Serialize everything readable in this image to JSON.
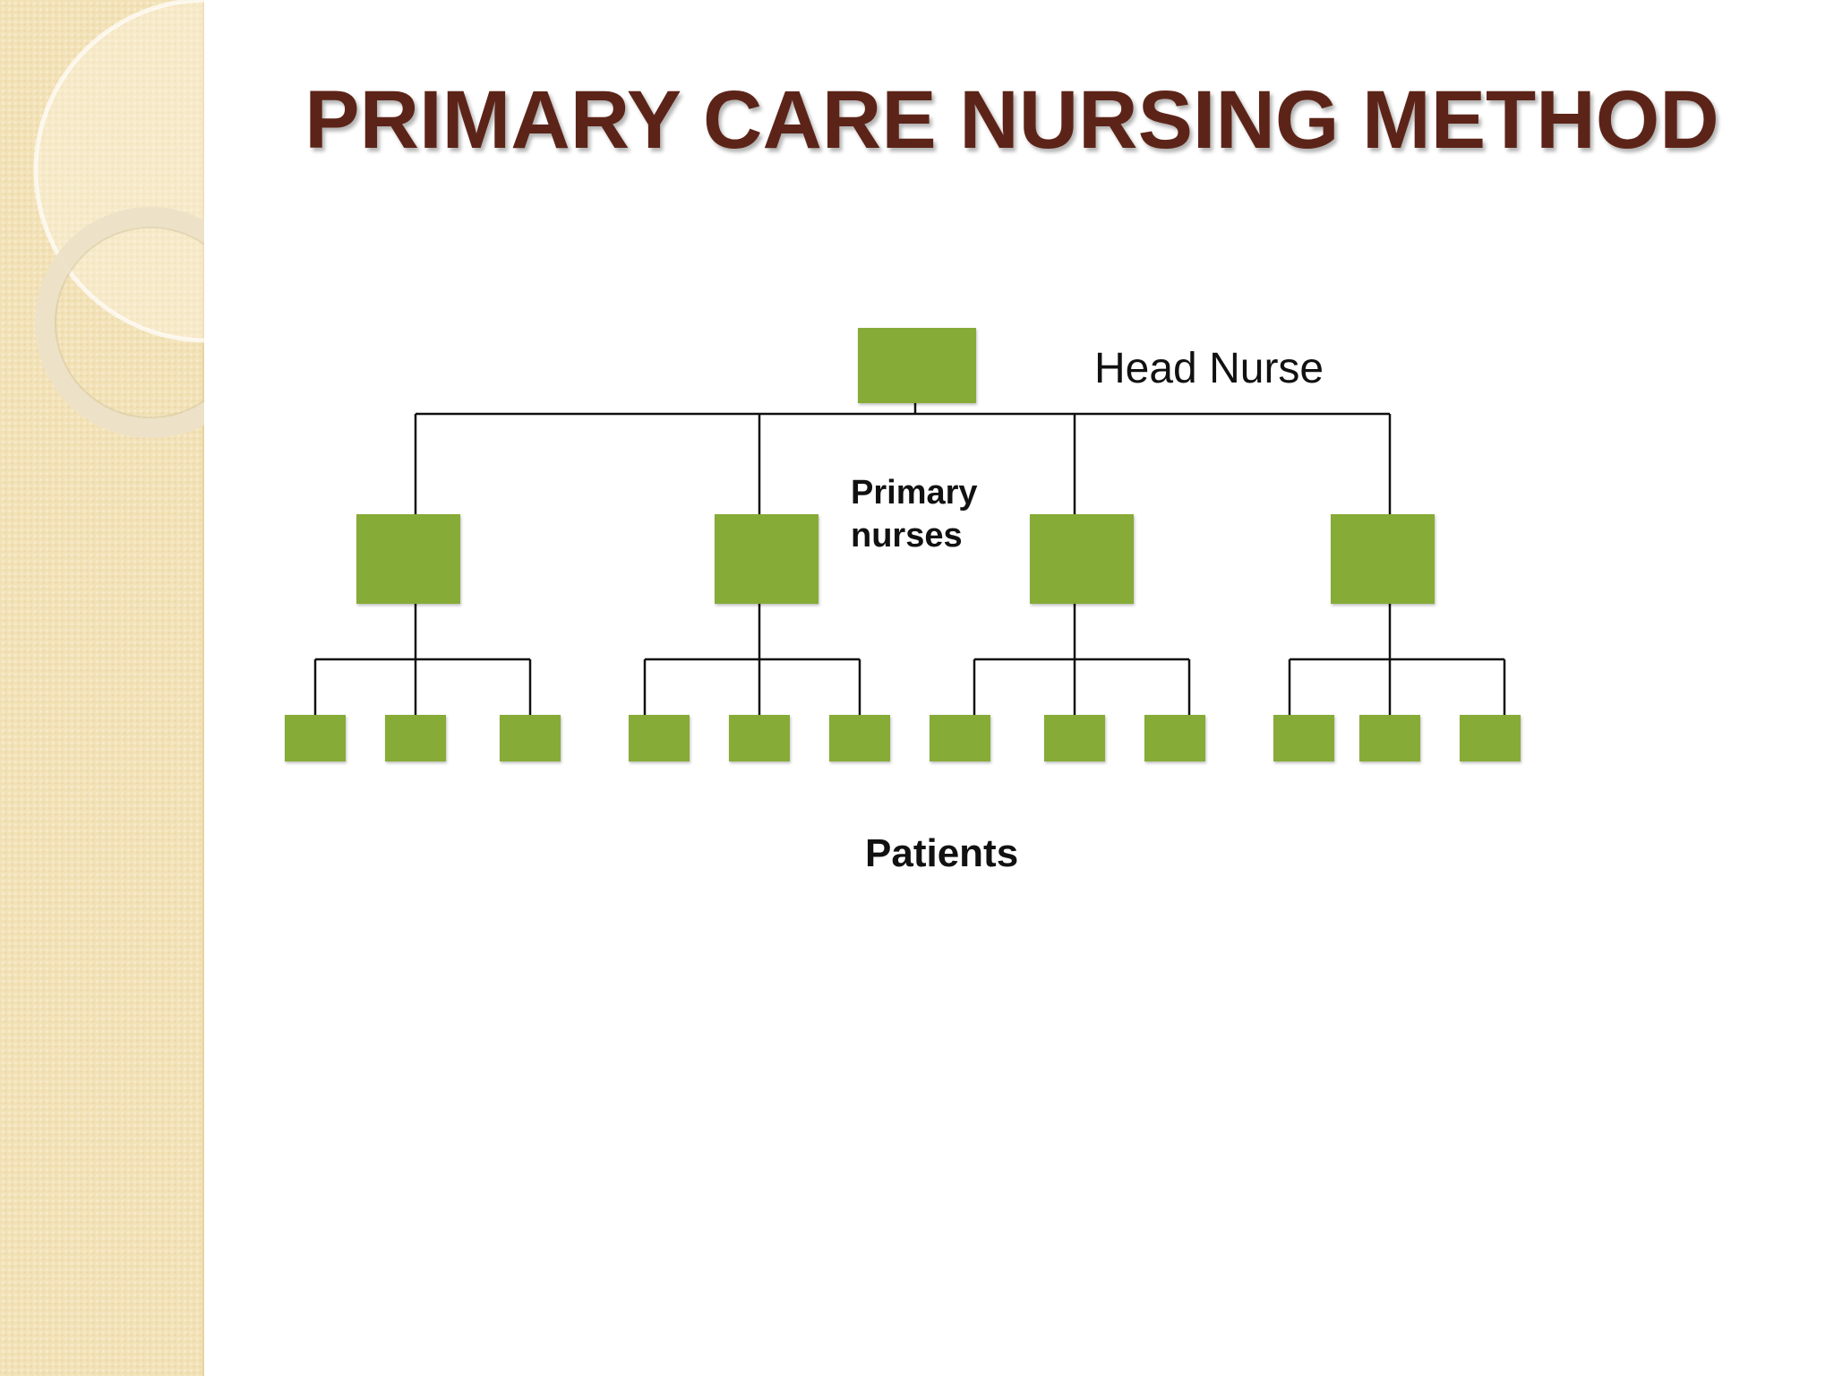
{
  "slide": {
    "title": "PRIMARY CARE NURSING METHOD"
  },
  "diagram": {
    "head_label": "Head Nurse",
    "primary_label_line1": "Primary",
    "primary_label_line2": "nurses",
    "patients_label": "Patients",
    "structure": {
      "head_nurse_count": 1,
      "primary_nurse_count": 4,
      "patients_per_primary_nurse": 3
    }
  },
  "colors": {
    "title": "#5c2418",
    "node_fill": "#87ab37",
    "connector": "#111111",
    "side_strip": "#f3e2b7"
  }
}
